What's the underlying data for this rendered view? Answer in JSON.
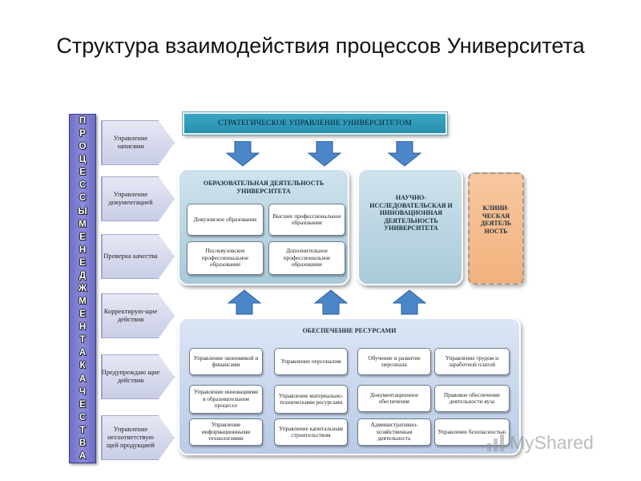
{
  "title": "Структура взаимодействия процессов Университета",
  "qms_label": "ПРОЦЕССЫ МЕНЕДЖМЕНТА КАЧЕСТВА",
  "qms_letters": [
    "П",
    "Р",
    "О",
    "Ц",
    "Е",
    "С",
    "С",
    "Ы",
    "М",
    "Е",
    "Н",
    "Е",
    "Д",
    "Ж",
    "М",
    "Е",
    "Н",
    "Т",
    "А",
    "К",
    "А",
    "Ч",
    "Е",
    "С",
    "Т",
    "В",
    "А"
  ],
  "qms_processes": [
    "Управление записями",
    "Управление документацией",
    "Проверка качества",
    "Корректирую-щие действия",
    "Предупреждаю щие действия",
    "Управление несоответствую щей продукцией"
  ],
  "strategic": "СТРАТЕГИЧЕСКОЕ УПРАВЛЕНИЕ УНИВЕРСИТЕТОМ",
  "education": {
    "title": "ОБРАЗОВАТЕЛЬНАЯ ДЕЯТЕЛЬНОСТЬ УНИВЕРСИТЕТА",
    "items": [
      "Довузовское образование",
      "Высшее профессиональное образование",
      "Послевузовское профессиональное образование",
      "Дополнительное профессиональное образование"
    ]
  },
  "research": "НАУЧНО-ИССЛЕДОВАТЕЛЬСКАЯ И ИННОВАЦИОННАЯ ДЕЯТЕЛЬНОСТЬ УНИВЕРСИТЕТА",
  "clinical": "КЛИНИ-ЧЕСКАЯ ДЕЯТЕЛЬ НОСТЬ",
  "resources": {
    "title": "ОБЕСПЕЧЕНИЕ РЕСУРСАМИ",
    "items": [
      "Управление экономикой и финансами",
      "Управление персоналом",
      "Обучение и развитие персонала",
      "Управление трудом и заработной платой",
      "Управление инновациями в образовательном процессе",
      "Управление материально-техническими ресурсами",
      "Документационное обеспечение",
      "Правовое обеспечение деятельности вуза",
      "Управление информационными технологиями",
      "Управление капитальным строительством",
      "Административно-хозяйственная деятельность",
      "Управление безопасностью"
    ]
  },
  "watermark": "MyShared",
  "colors": {
    "qms_column": "#7b7bd0",
    "strategic_banner": "#3399b8",
    "process_panel": "#b8d4e1",
    "clinical_panel": "#f4bb8a",
    "resources_panel": "#c8d7ee",
    "arrow": "#4a86c8"
  }
}
